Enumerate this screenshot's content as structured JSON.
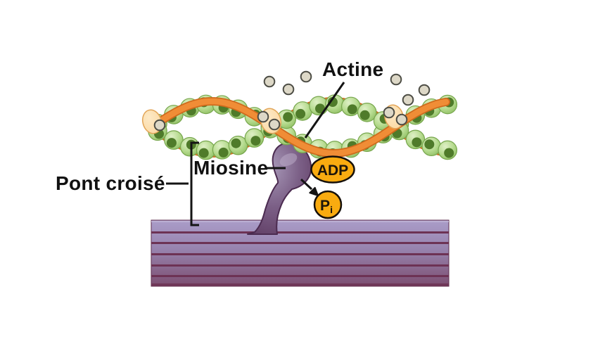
{
  "diagram": {
    "labels": {
      "actine": "Actine",
      "miosine": "Miosine",
      "pont_croise": "Pont croisé",
      "adp": "ADP",
      "pi_base": "P",
      "pi_sub": "i"
    },
    "colors": {
      "actin_bead_light": "#dff0c6",
      "actin_bead": "#b6db8f",
      "actin_bead_deep": "#8cbd60",
      "actin_bead_edge": "#77a64d",
      "actin_nucleus": "#4f7b2a",
      "tropomyosin": "#f08d36",
      "tropomyosin_edge": "#cf6a1d",
      "troponin": "#fbd9a2",
      "troponin_edge": "#e2a558",
      "calcium_ion": "#ddd8c7",
      "calcium_ion_edge": "#4d4d45",
      "nucleotide": "#f9ab10",
      "nucleotide_edge": "#16100a",
      "myosin_light": "#a595b5",
      "myosin_mid": "#7b5f86",
      "myosin_dark": "#5d3a61",
      "myosin_edge": "#4b2b50",
      "thick_filament_light": "#aa9dc9",
      "thick_filament_mid": "#9782ad",
      "thick_filament_dark": "#7c4e70",
      "filament_stripe": "#6d3254",
      "label_text": "#111111"
    }
  }
}
